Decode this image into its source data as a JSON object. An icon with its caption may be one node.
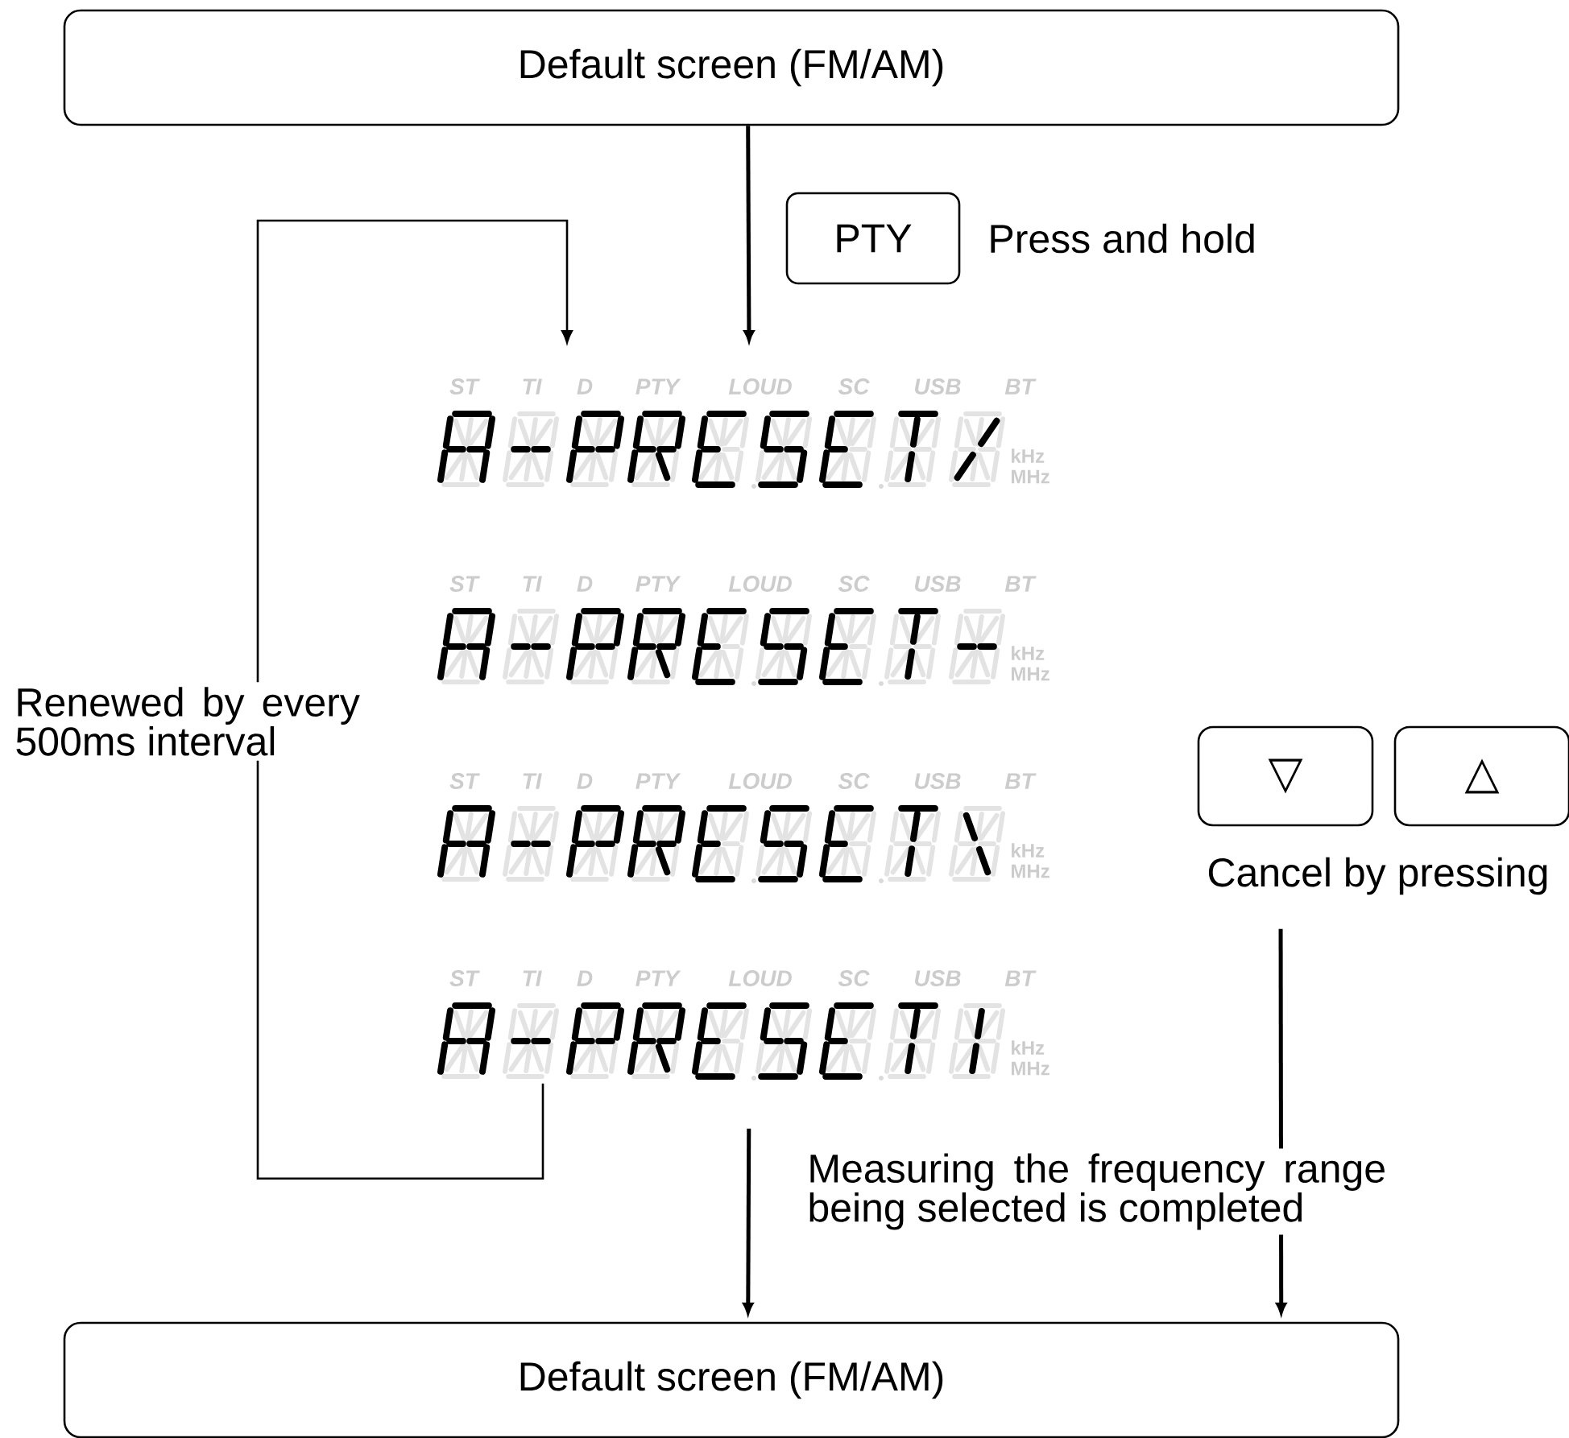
{
  "diagram": {
    "nodes": [
      {
        "text": [
          "Default screen (FM/AM)"
        ]
      },
      {
        "text": [
          "PTY"
        ],
        "beside": [
          "Press and hold"
        ]
      },
      {
        "text": [
          "ST",
          "TI",
          "D",
          "PTY",
          "LOUD",
          "SC",
          "USB",
          "BT",
          "kHz",
          "MHz"
        ]
      },
      {
        "text": [
          "ST",
          "TI",
          "D",
          "PTY",
          "LOUD",
          "SC",
          "USB",
          "BT",
          "kHz",
          "MHz"
        ]
      },
      {
        "text": [
          "ST",
          "TI",
          "D",
          "PTY",
          "LOUD",
          "SC",
          "USB",
          "BT",
          "kHz",
          "MHz"
        ]
      },
      {
        "text": [
          "ST",
          "TI",
          "D",
          "PTY",
          "LOUD",
          "SC",
          "USB",
          "BT",
          "kHz",
          "MHz"
        ]
      },
      {
        "text": [
          "▽"
        ]
      },
      {
        "text": [
          "△"
        ]
      },
      {
        "text": [
          "Cancel by pressing"
        ]
      },
      {
        "text": [
          "Default screen (FM/AM)"
        ]
      }
    ],
    "edges": [
      {
        "from": 0,
        "to": 2,
        "arrow": "to"
      },
      {
        "from": 5,
        "to": 2,
        "arrow": "to",
        "label": "Renewed by every 500ms interval"
      },
      {
        "from": 5,
        "to": 9,
        "arrow": "to"
      },
      {
        "from": 8,
        "to": 9,
        "arrow": "to",
        "label": "Measuring the frequency range being selected is completed"
      }
    ]
  }
}
